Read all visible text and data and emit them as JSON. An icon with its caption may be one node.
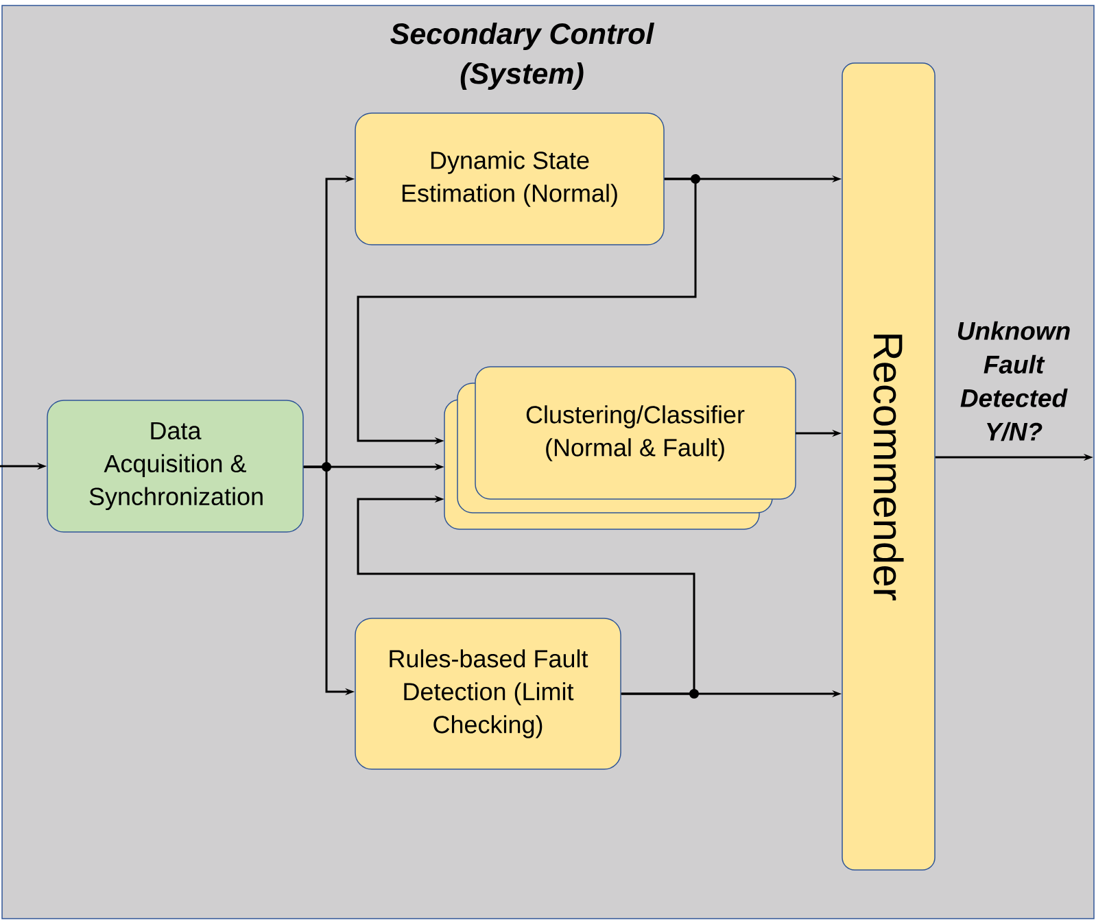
{
  "diagram": {
    "nodes": [
      {
        "text": [
          "Secondary Control (System)"
        ]
      },
      {
        "text": [
          "Data Acquisition & Synchronization"
        ],
        "in": 0
      },
      {
        "text": [
          "Dynamic State Estimation (Normal)"
        ],
        "in": 0
      },
      {
        "text": [
          "Clustering/Classifier (Normal & Fault)"
        ],
        "in": 0
      },
      {
        "text": [
          "Rules-based Fault Detection (Limit Checking)"
        ],
        "in": 0
      },
      {
        "text": [
          "Recommender"
        ],
        "in": 0
      }
    ],
    "edges": [
      {
        "from": null,
        "to": 1,
        "arrow": "to"
      },
      {
        "from": 1,
        "to": 2,
        "arrow": "to"
      },
      {
        "from": 1,
        "to": 3,
        "arrow": "to"
      },
      {
        "from": 1,
        "to": 4,
        "arrow": "to"
      },
      {
        "from": 2,
        "to": 5,
        "arrow": "to"
      },
      {
        "from": 2,
        "to": 3,
        "arrow": "to"
      },
      {
        "from": 3,
        "to": 5,
        "arrow": "to"
      },
      {
        "from": 4,
        "to": 5,
        "arrow": "to"
      },
      {
        "from": 4,
        "to": 3,
        "arrow": "to"
      },
      {
        "from": 5,
        "to": null,
        "arrow": "to",
        "label": "Unknown Fault Detected Y/N?"
      }
    ]
  }
}
